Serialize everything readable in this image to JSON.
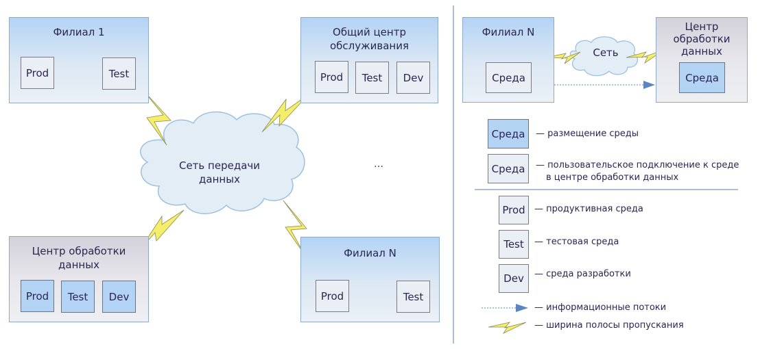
{
  "main": {
    "sites": [
      {
        "id": "branch-1",
        "title": "Филиал 1",
        "envs": [
          "Prod",
          "Test"
        ],
        "type": "branch"
      },
      {
        "id": "shared-service-center",
        "title": "Общий центр обслуживания",
        "title_lines": [
          "Общий центр",
          "обслуживания"
        ],
        "envs": [
          "Prod",
          "Test",
          "Dev"
        ],
        "type": "branch"
      },
      {
        "id": "data-center",
        "title": "Центр обработки данных",
        "title_lines": [
          "Центр обработки",
          "данных"
        ],
        "envs": [
          "Prod",
          "Test",
          "Dev"
        ],
        "type": "datacenter"
      },
      {
        "id": "branch-n",
        "title": "Филиал N",
        "envs": [
          "Prod",
          "Test"
        ],
        "type": "branch"
      }
    ],
    "cloud_label_lines": [
      "Сеть передачи",
      "данных"
    ],
    "ellipsis": "…"
  },
  "example": {
    "branch_title": "Филиал N",
    "branch_env": "Среда",
    "network_label": "Сеть",
    "dc_title_lines": [
      "Центр",
      "обработки",
      "данных"
    ],
    "dc_env": "Среда"
  },
  "legend": {
    "hosted_env": {
      "box": "Среда",
      "text": "— размещение среды"
    },
    "user_connection": {
      "box": "Среда",
      "text_lines": [
        "— пользовательское подключение к среде",
        "в центре обработки данных"
      ]
    },
    "prod": {
      "box": "Prod",
      "text": "— продуктивная среда"
    },
    "test": {
      "box": "Test",
      "text": "— тестовая среда"
    },
    "dev": {
      "box": "Dev",
      "text": "— среда разработки"
    },
    "info_flows": {
      "text": "— информационные потоки"
    },
    "bandwidth": {
      "text": "— ширина полосы пропускания"
    }
  },
  "colors": {
    "branch_fill_top": "#b3d3f5",
    "datacenter_fill_top": "#d3d1da",
    "hosted_env_fill": "#b3d3f5",
    "user_env_fill": "#e9eff5",
    "lightning": "#f5ee6a",
    "cloud_fill": "#e2edf6",
    "cloud_stroke": "#9cc0de",
    "arrow": "#5b86bd",
    "divider": "#8fa9c9"
  }
}
